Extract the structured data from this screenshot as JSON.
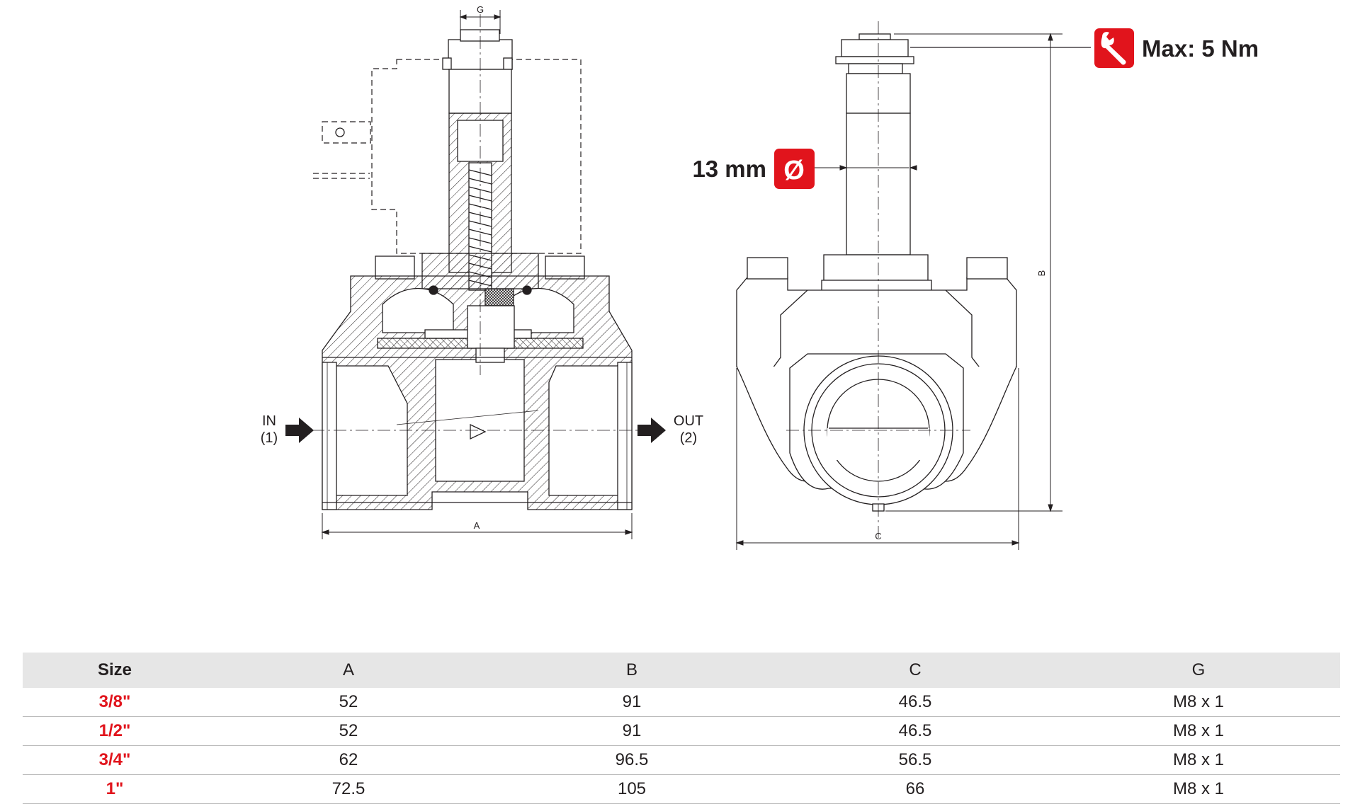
{
  "labels": {
    "g": "G",
    "a": "A",
    "b": "B",
    "c": "C",
    "in_text": "IN",
    "in_port": "(1)",
    "out_text": "OUT",
    "out_port": "(2)",
    "diameter": "13 mm",
    "diameter_symbol": "Ø",
    "torque": "Max: 5 Nm"
  },
  "icons": [
    "diameter-icon",
    "wrench-icon",
    "arrow-right-icon"
  ],
  "colors": {
    "accent": "#e1141c",
    "line": "#231f20",
    "header_bg": "#e6e6e6"
  },
  "table": {
    "headers": [
      "Size",
      "A",
      "B",
      "C",
      "G"
    ],
    "rows": [
      [
        "3/8\"",
        "52",
        "91",
        "46.5",
        "M8 x 1"
      ],
      [
        "1/2\"",
        "52",
        "91",
        "46.5",
        "M8 x 1"
      ],
      [
        "3/4\"",
        "62",
        "96.5",
        "56.5",
        "M8 x 1"
      ],
      [
        "1\"",
        "72.5",
        "105",
        "66",
        "M8 x 1"
      ]
    ]
  }
}
